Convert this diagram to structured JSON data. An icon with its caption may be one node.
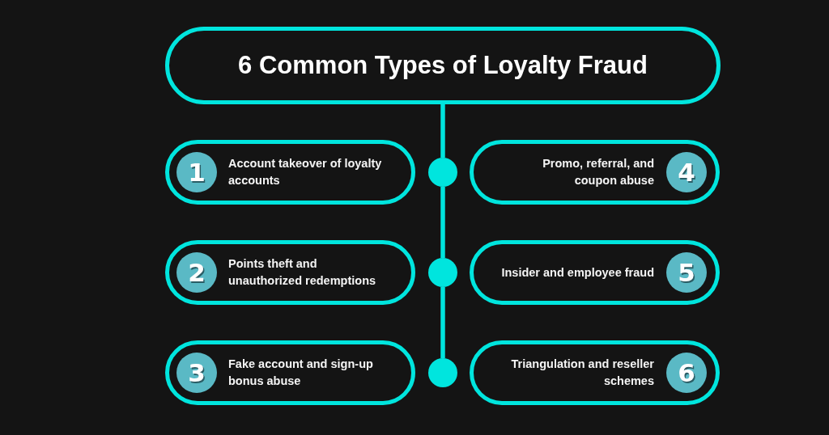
{
  "diagram": {
    "nodes": [
      {
        "text": [
          "6 Common Types of Loyalty Fraud"
        ]
      },
      {
        "text": [
          "Account takeover of loyalty accounts"
        ]
      },
      {
        "text": [
          "1"
        ],
        "in": 1
      },
      {
        "text": [
          "Points theft and unauthorized redemptions"
        ]
      },
      {
        "text": [
          "2"
        ],
        "in": 3
      },
      {
        "text": [
          "Fake account and sign-up bonus abuse"
        ]
      },
      {
        "text": [
          "3"
        ],
        "in": 5
      },
      {
        "text": [
          "Promo, referral, and coupon abuse"
        ]
      },
      {
        "text": [
          "4"
        ],
        "in": 7
      },
      {
        "text": [
          "Insider and employee fraud"
        ]
      },
      {
        "text": [
          "5"
        ],
        "in": 9
      },
      {
        "text": [
          "Triangulation and reseller schemes"
        ]
      },
      {
        "text": [
          "6"
        ],
        "in": 11
      },
      {
        "text": [],
        "shape": "circle"
      },
      {
        "text": [],
        "shape": "circle"
      },
      {
        "text": [],
        "shape": "circle"
      }
    ],
    "edges": [
      {
        "from": 0,
        "to": 13,
        "arrow": "none"
      },
      {
        "from": 13,
        "to": 14,
        "arrow": "none"
      },
      {
        "from": 14,
        "to": 15,
        "arrow": "none"
      }
    ]
  }
}
